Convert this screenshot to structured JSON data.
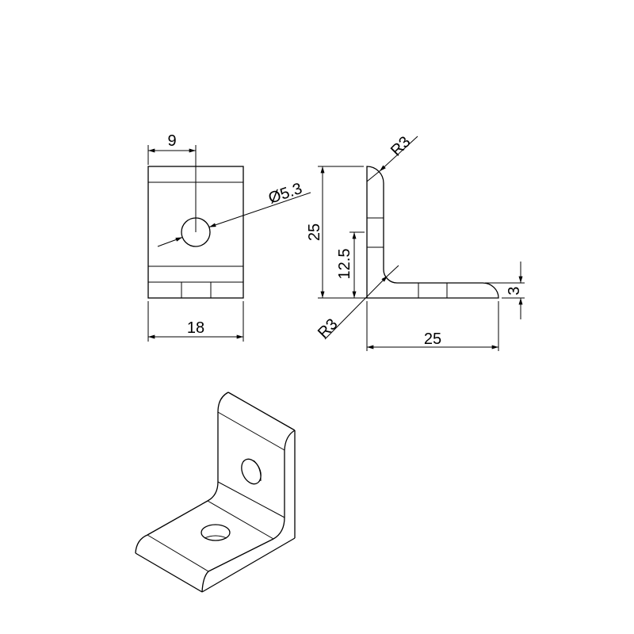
{
  "drawing": {
    "front_view": {
      "dim_hole_offset": "9",
      "dim_hole_diameter": "Ø5.3",
      "dim_width": "18"
    },
    "side_view": {
      "dim_height": "25",
      "dim_hole_height": "12.5",
      "dim_top_radius": "R3",
      "dim_inner_radius": "R3",
      "dim_thickness": "3",
      "dim_length": "25"
    }
  }
}
